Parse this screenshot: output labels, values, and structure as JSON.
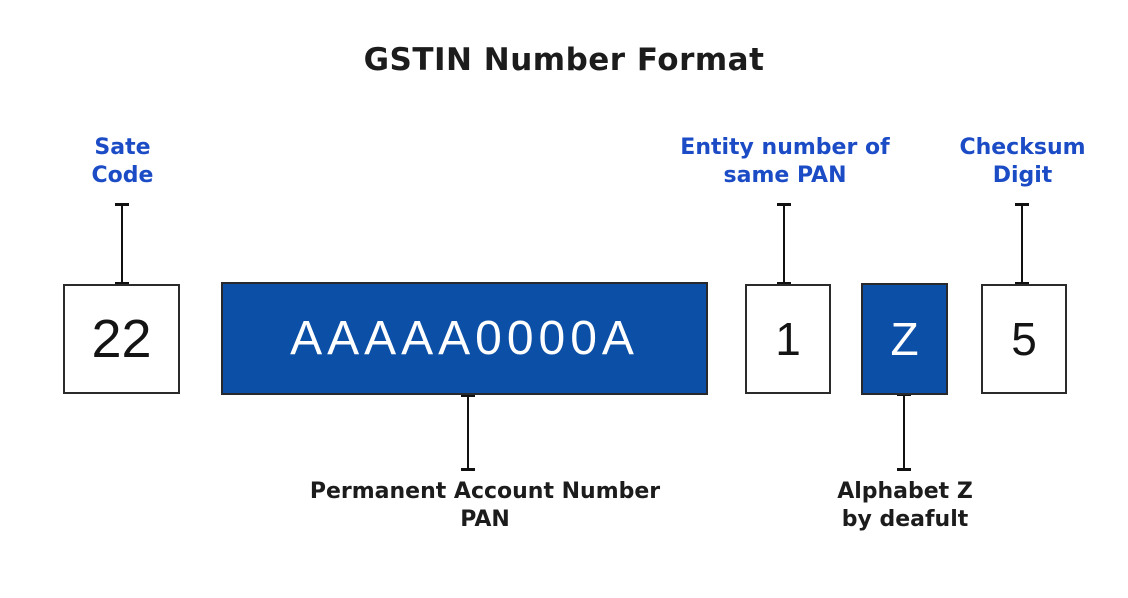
{
  "title": "GSTIN Number Format",
  "colors": {
    "box_blue": "#0c4fa6",
    "label_blue": "#1b4cc6",
    "text_dark": "#1c1c1c",
    "line_dark": "#111111"
  },
  "segments": [
    {
      "value": "22",
      "style": "white",
      "meaning": "state-code"
    },
    {
      "value": "AAAAA0000A",
      "style": "blue",
      "meaning": "pan"
    },
    {
      "value": "1",
      "style": "white",
      "meaning": "entity-number"
    },
    {
      "value": "Z",
      "style": "blue",
      "meaning": "default-alphabet"
    },
    {
      "value": "5",
      "style": "white",
      "meaning": "checksum-digit"
    }
  ],
  "top_labels": [
    {
      "lines": [
        "Sate",
        "Code"
      ]
    },
    {
      "lines": [
        "Entity number of",
        "same PAN"
      ]
    },
    {
      "lines": [
        "Checksum",
        "Digit"
      ]
    }
  ],
  "bottom_labels": [
    {
      "lines": [
        "Permanent Account Number",
        "PAN"
      ]
    },
    {
      "lines": [
        "Alphabet Z",
        "by deafult"
      ]
    }
  ]
}
